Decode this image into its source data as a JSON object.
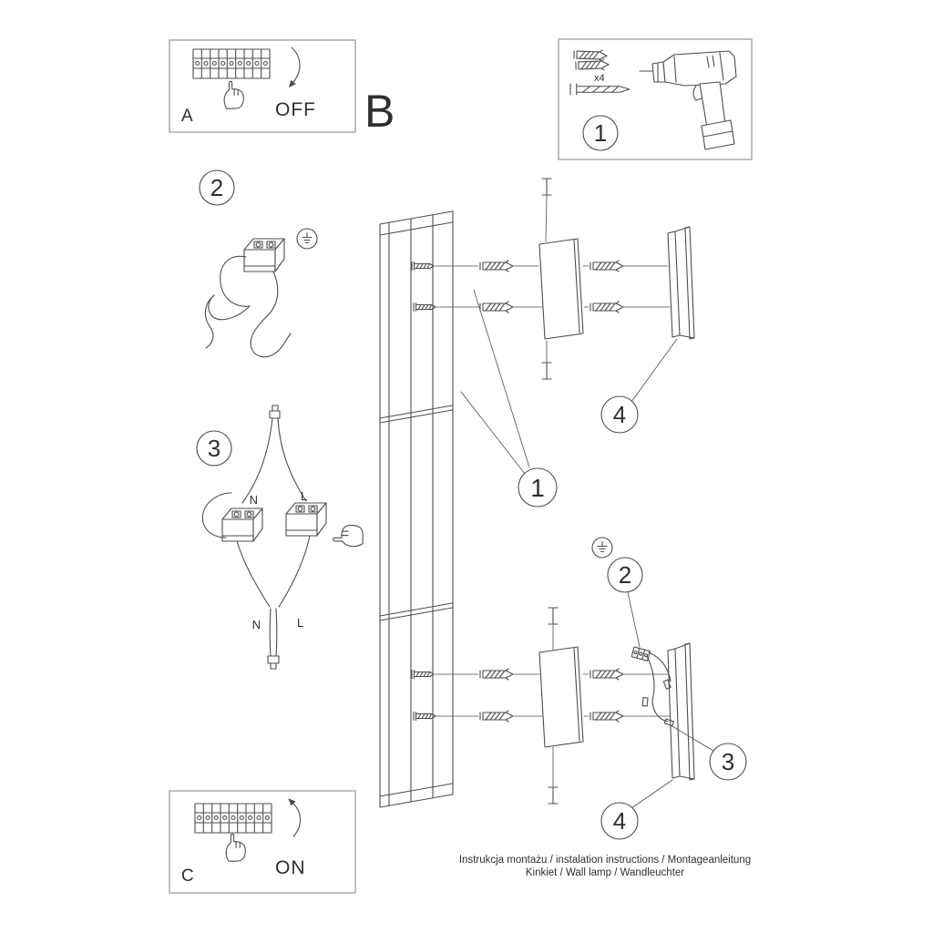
{
  "colors": {
    "background": "#ffffff",
    "line": "#4d4d4d",
    "box_border": "#9f9f9f",
    "text": "#2f2f2f"
  },
  "section_label": "B",
  "panel_a": {
    "label": "A",
    "switch_state": "OFF"
  },
  "panel_c": {
    "label": "C",
    "switch_state": "ON"
  },
  "tools_box": {
    "step_number": "1",
    "dowel_count": "x4"
  },
  "steps": {
    "wiring": "2",
    "terminals": "3"
  },
  "callouts": {
    "lamp_body": "1",
    "earth_wire": "2",
    "power_cable": "3",
    "bracket_top": "4",
    "bracket_bottom": "4"
  },
  "wiring_labels": {
    "neutral_top": "N",
    "line_top": "L",
    "neutral_bottom": "N",
    "line_bottom": "L"
  },
  "footer": {
    "line1": "Instrukcja montażu / instalation instructions / Montageanleitung",
    "line2": "Kinkiet / Wall lamp / Wandleuchter"
  }
}
